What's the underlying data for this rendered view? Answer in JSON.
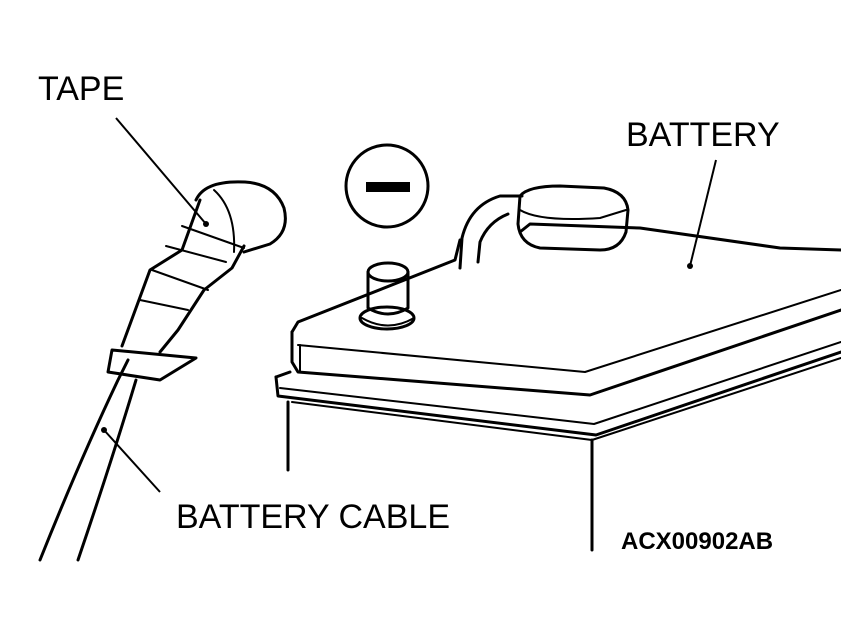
{
  "labels": {
    "tape": "TAPE",
    "battery": "BATTERY",
    "battery_cable": "BATTERY CABLE",
    "negative_symbol": "−"
  },
  "figure_code": "ACX00902AB",
  "colors": {
    "line": "#000000",
    "background": "#ffffff"
  }
}
